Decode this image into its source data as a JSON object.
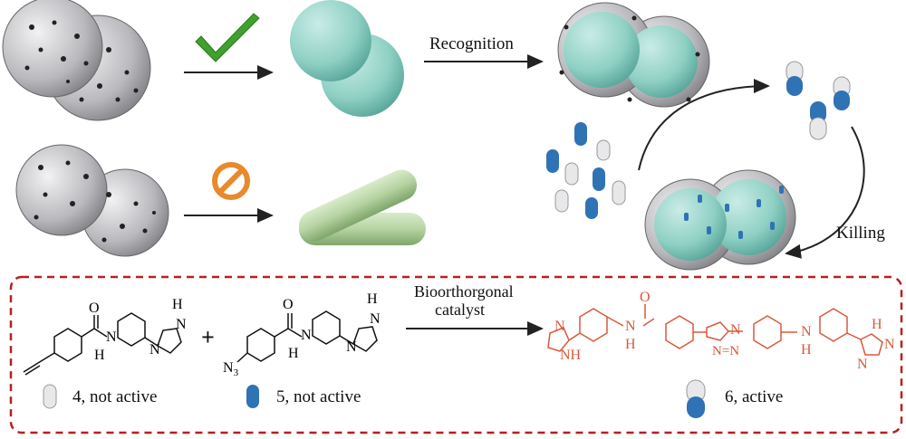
{
  "arrows": {
    "recognition_label": "Recognition",
    "killing_label": "Killing",
    "reaction_label_line1": "Bioorthorgonal",
    "reaction_label_line2": "catalyst"
  },
  "reaction": {
    "plus": "+",
    "compound4_caption": "4, not active",
    "compound5_caption": "5, not active",
    "compound6_caption": "6,  active"
  },
  "atoms": {
    "O": "O",
    "N": "N",
    "H": "H",
    "NH": "NH",
    "N3": "N",
    "N3_sub": "3",
    "NeqN": "N=N"
  },
  "colors": {
    "nanozyme_shell": "#b9b9bd",
    "bacteria_teal": "#8fd0c4",
    "bacteria_green": "#b6d3a2",
    "check_green": "#3fa02e",
    "forbid_orange": "#e8892b",
    "capsule_blue": "#2f73b5",
    "capsule_white": "#e8e8ea",
    "product_red": "#d9583b",
    "box_dash": "#b82020"
  },
  "icons": [
    "checkmark-icon",
    "prohibited-icon",
    "capsule-icon"
  ]
}
